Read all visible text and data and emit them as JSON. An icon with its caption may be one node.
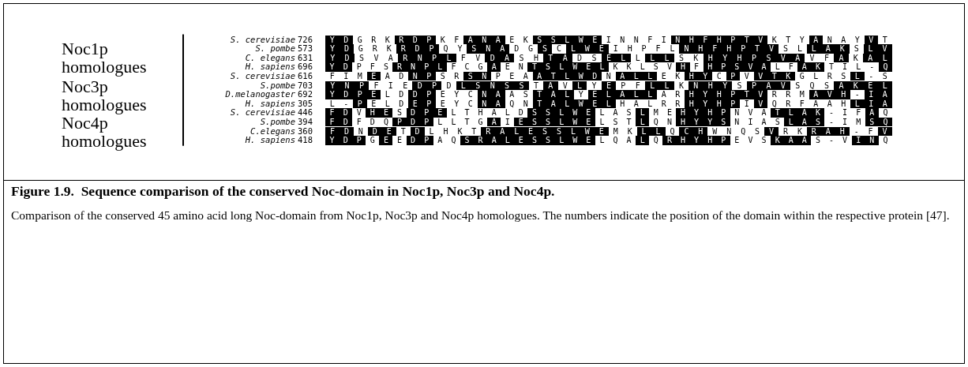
{
  "diagram": {
    "title": "Figure 1.9.  Sequence comparison of the conserved Noc-domain in Noc1p, Noc3p and Noc4p.",
    "caption": "Comparison of the conserved 45 amino acid long Noc-domain from Noc1p, Noc3p and Noc4p homologues. The numbers indicate the position of the domain within the respective protein [47].",
    "labels": [
      "Noc1p homologues",
      "S. cerevisiae",
      "726",
      "Y D G R K R D P K F A N A E K S S L W E I N N F I N H F H P T V K T Y A N A Y V T",
      "S. pombe",
      "573",
      "Y D G R K R D P Q Y S N A D G S C L W E I H P F L N H F H P T V S L L A K S L V",
      "C. elegans",
      "631",
      "Y D S V A R N P L F V D A S H T A D S E L L L L S K H Y H P S V A V F A K A L",
      "H. sapiens",
      "696",
      "Y D P F S R N P L F C G A E N T S L W E L K K L S V H F H P S V A L F A K T I L - Q",
      "Noc3p homologues",
      "S. cerevisiae",
      "616",
      "F I M E A D N P S R S N P E A A T L W D N A L L E K H Y C P V V T K G L R S L - S",
      "S.pombe",
      "703",
      "Y N P F I E D P D L S N S S T A V L Y E P F L L K N H Y S P A V S Q S A K E L",
      "D.melanogaster",
      "692",
      "Y D P E L D D P E Y C N A A S T A L Y E L A L L A R H Y H P T V R R M A V H - I A",
      "H. sapiens",
      "305",
      "L - P E L D E P E Y C N A Q N T A L W E L H A L R R H Y H P I V Q R F A A H L I A",
      "Noc4p homologues",
      "S. cerevisiae",
      "446",
      "F D V H E S D P E L T H A L D S S L W E L A S L M E H Y H P N V A T L A K - I F A Q",
      "S.pombe",
      "394",
      "F D F D Q P D P L L T G A I E S S L W E L S T L Q N H Y Y S N I A S L A S - I M S Q",
      "C.elegans",
      "360",
      "F D N D E T D L H K T R A L E S S L W E M K L L Q C H W N Q S V R K R A H - F V",
      "H. sapiens",
      "418",
      "Y D P G E E D P A Q S R A L E S S L W E L Q A L Q R H Y H P E V S K A A S - V I N Q"
    ]
  }
}
